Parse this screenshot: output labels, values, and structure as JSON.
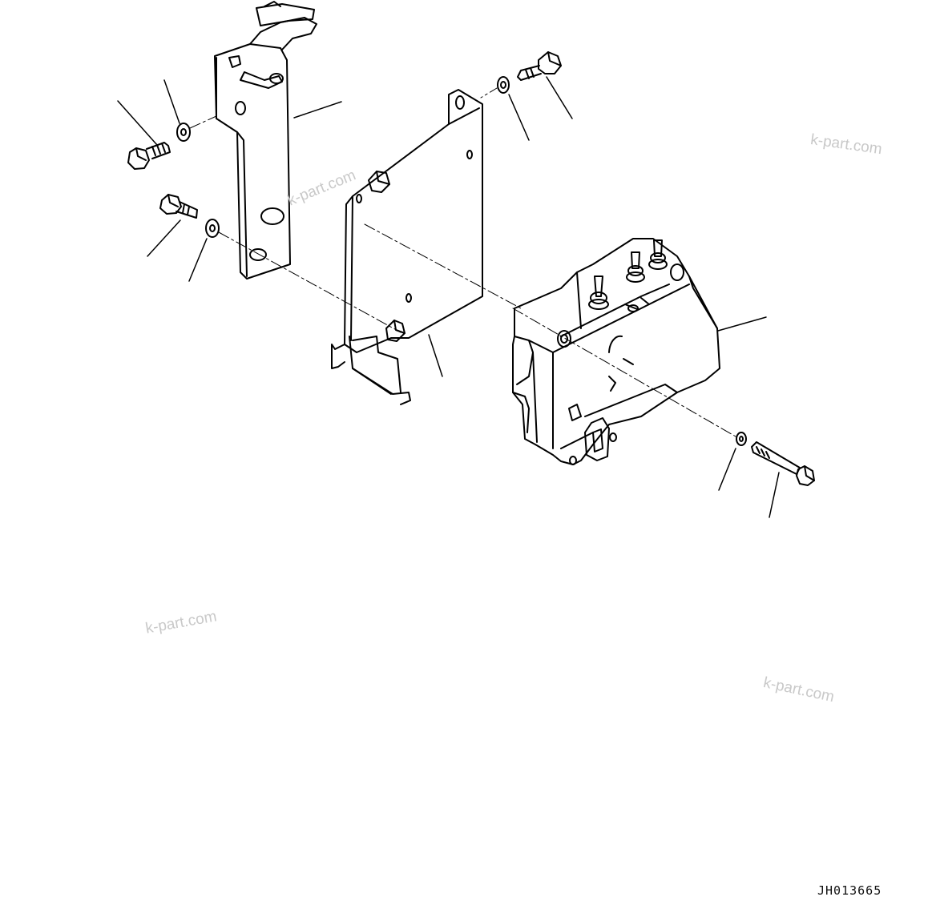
{
  "drawing": {
    "code": "JH013665",
    "watermarks": [
      "k-part.com",
      "k-part.com",
      "k-part.com",
      "k-part.com"
    ],
    "line_color": "#000000",
    "watermark_color": "#c9c9c9"
  }
}
